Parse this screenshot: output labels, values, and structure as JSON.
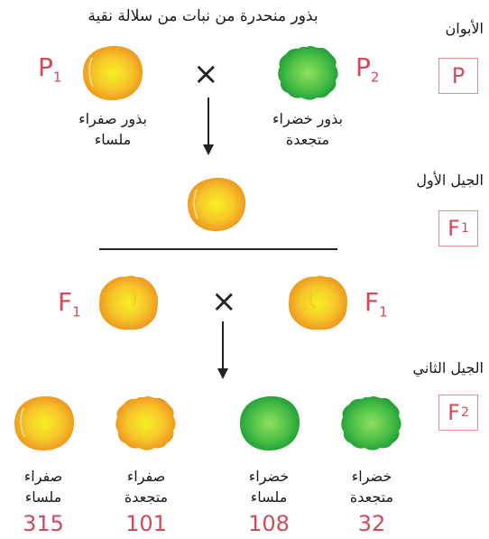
{
  "title": "بذور منحدرة من نبات من سلالة نقية",
  "generations": {
    "parents_label": "الأبوان",
    "parents_symbol": "P",
    "f1_label": "الجيل الأول",
    "f1_symbol": "F",
    "f1_sub": "1",
    "f2_label": "الجيل الثاني",
    "f2_symbol": "F",
    "f2_sub": "2"
  },
  "parents": {
    "p1": {
      "symbol": "P",
      "sub": "1",
      "line1": "بذور صفراء",
      "line2": "ملساء"
    },
    "p2": {
      "symbol": "P",
      "sub": "2",
      "line1": "بذور خضراء",
      "line2": "متجعدة"
    }
  },
  "cross_symbol": "×",
  "f1_cross": {
    "left": {
      "symbol": "F",
      "sub": "1"
    },
    "right": {
      "symbol": "F",
      "sub": "1"
    }
  },
  "f2_offspring": [
    {
      "line1": "صفراء",
      "line2": "ملساء",
      "count": "315"
    },
    {
      "line1": "صفراء",
      "line2": "متجعدة",
      "count": "101"
    },
    {
      "line1": "خضراء",
      "line2": "ملساء",
      "count": "108"
    },
    {
      "line1": "خضراء",
      "line2": "متجعدة",
      "count": "32"
    }
  ],
  "colors": {
    "yellow_center": "#f5ea2a",
    "yellow_edge": "#f29a1f",
    "green_center": "#7ed957",
    "green_edge": "#22a23a",
    "accent_red": "#cf4b5b"
  }
}
